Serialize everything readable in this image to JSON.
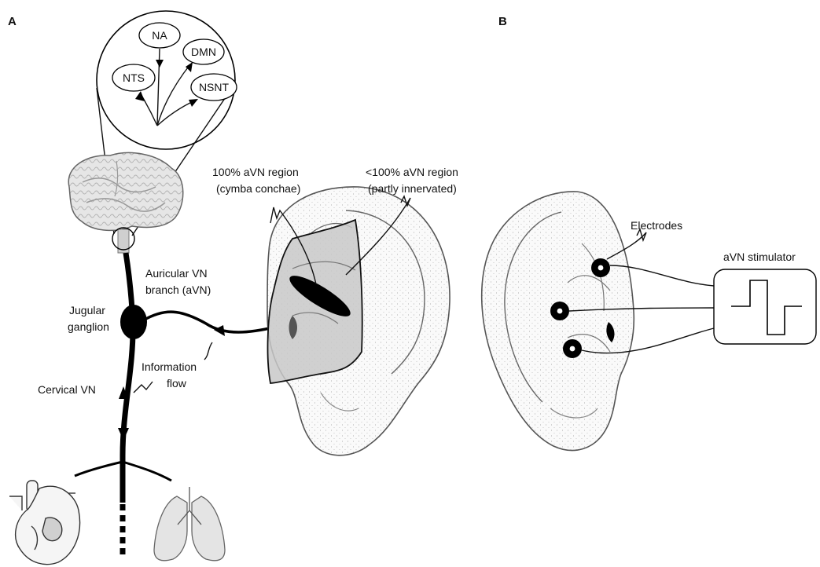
{
  "panels": {
    "a": "A",
    "b": "B"
  },
  "nuclei": {
    "na": "NA",
    "dmn": "DMN",
    "nts": "NTS",
    "nsnt": "NSNT"
  },
  "labels": {
    "cymba_line1": "100% aVN region",
    "cymba_line2": "(cymba conchae)",
    "partial_line1": "<100% aVN region",
    "partial_line2": "(partly innervated)",
    "auricular_line1": "Auricular VN",
    "auricular_line2": "branch (aVN)",
    "jugular_line1": "Jugular",
    "jugular_line2": "ganglion",
    "info_line1": "Information",
    "info_line2": "flow",
    "cervical": "Cervical VN",
    "electrodes": "Electrodes",
    "stimulator": "aVN stimulator"
  },
  "icons": {
    "brain": "brain-illustration",
    "heart": "heart-illustration",
    "lungs": "lungs-illustration",
    "ear_a": "ear-illustration",
    "ear_b": "ear-illustration"
  },
  "colors": {
    "shade": "#c8c8c8",
    "ink": "#000000",
    "stipple": "#bdbdbd"
  }
}
